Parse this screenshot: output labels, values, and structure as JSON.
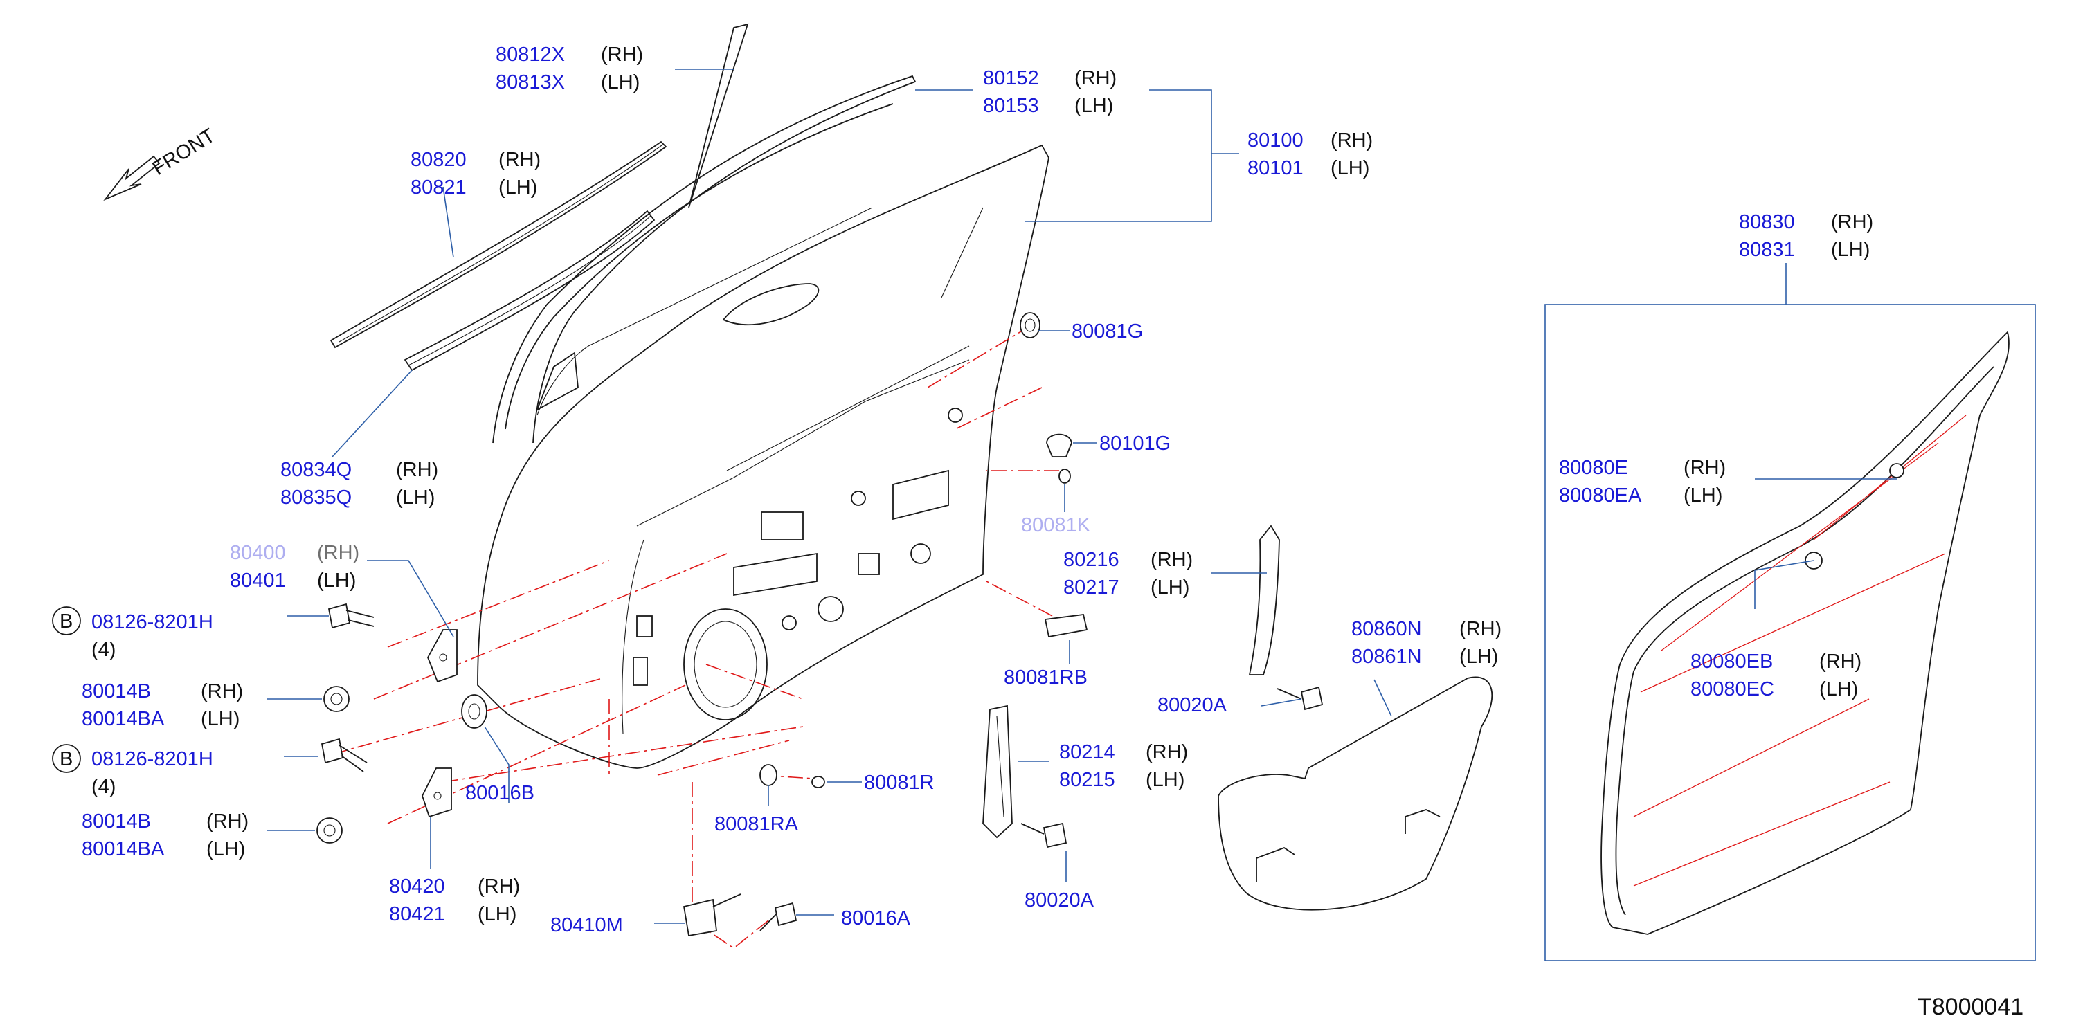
{
  "diagram_code": "T8000041",
  "front_label": "FRONT",
  "side_labels": {
    "rh": "(RH)",
    "lh": "(LH)"
  },
  "circle_b": "B",
  "qty_4": "(4)",
  "parts": {
    "p80812X": "80812X",
    "p80813X": "80813X",
    "p80152": "80152",
    "p80153": "80153",
    "p80100": "80100",
    "p80101": "80101",
    "p80820": "80820",
    "p80821": "80821",
    "p80830": "80830",
    "p80831": "80831",
    "p80081G": "80081G",
    "p80101G": "80101G",
    "p80081K_partial": "80081K",
    "p80834Q": "80834Q",
    "p80835Q": "80835Q",
    "p80400_partial": "80400",
    "p80401": "80401",
    "p80216": "80216",
    "p80217": "80217",
    "p80080E": "80080E",
    "p80080EA": "80080EA",
    "p08126_a": "08126-8201H",
    "p80014B_a": "80014B",
    "p80014BA_a": "80014BA",
    "p80081RB": "80081RB",
    "p80860N": "80860N",
    "p80861N": "80861N",
    "p80080EB": "80080EB",
    "p80080EC": "80080EC",
    "p80020A_a": "80020A",
    "p08126_b": "08126-8201H",
    "p80214": "80214",
    "p80215": "80215",
    "p80016B": "80016B",
    "p80081R": "80081R",
    "p80081RA": "80081RA",
    "p80014B_b": "80014B",
    "p80014BA_b": "80014BA",
    "p80020A_b": "80020A",
    "p80420": "80420",
    "p80421": "80421",
    "p80410M": "80410M",
    "p80016A": "80016A"
  },
  "colors": {
    "part_number": "#1a1ad6",
    "leader_line": "#2e5fa8",
    "phantom_line": "#e01818",
    "outline": "#1a1a1a"
  },
  "icons": [
    "front-arrow-icon",
    "circle-b-icon"
  ]
}
